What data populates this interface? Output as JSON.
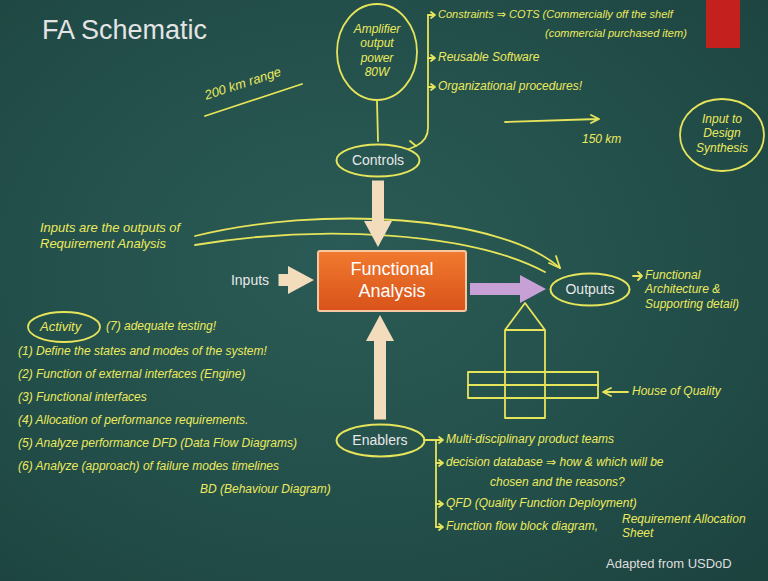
{
  "diagram": {
    "title": "FA Schematic",
    "nodes": [
      {
        "text": [
          "Controls"
        ]
      },
      {
        "text": [
          "Inputs"
        ]
      },
      {
        "text": [
          "Functional Analysis"
        ]
      },
      {
        "text": [
          "Outputs"
        ]
      },
      {
        "text": [
          "Enablers"
        ]
      }
    ],
    "edges": [
      {
        "from": 1,
        "to": 2,
        "arrow": "to"
      },
      {
        "from": 0,
        "to": 2,
        "arrow": "to"
      },
      {
        "from": 2,
        "to": 3,
        "arrow": "to"
      },
      {
        "from": 4,
        "to": 2,
        "arrow": "to"
      }
    ],
    "labels": [
      "Amplifier output power 80W",
      "Constraints ⇒ COTS (Commercially off the shelf",
      "(commercial purchased item)",
      "Reusable Software",
      "Organizational procedures!",
      "200 km range",
      "150 km",
      "Input to Design Synthesis",
      "Inputs are the outputs of Requirement Analysis",
      "Functional Architecture & Supporting detail)",
      "House of Quality",
      "Activity",
      "(7) adequate testing!",
      "(1) Define the states and modes of the system!",
      "(2) Function of external interfaces (Engine)",
      "(3) Functional interfaces",
      "(4) Allocation of performance requirements.",
      "(5) Analyze performance DFD (Data Flow Diagrams)",
      "(6) Analyze (approach) of failure modes timelines",
      "BD (Behaviour Diagram)",
      "Multi-disciplinary product teams",
      "decision database ⇒ how & which will be",
      "chosen and the reasons?",
      "QFD (Quality Function Deployment)",
      "Function flow block diagram,",
      "Requirement Allocation Sheet",
      "Adapted from USDoD"
    ]
  }
}
